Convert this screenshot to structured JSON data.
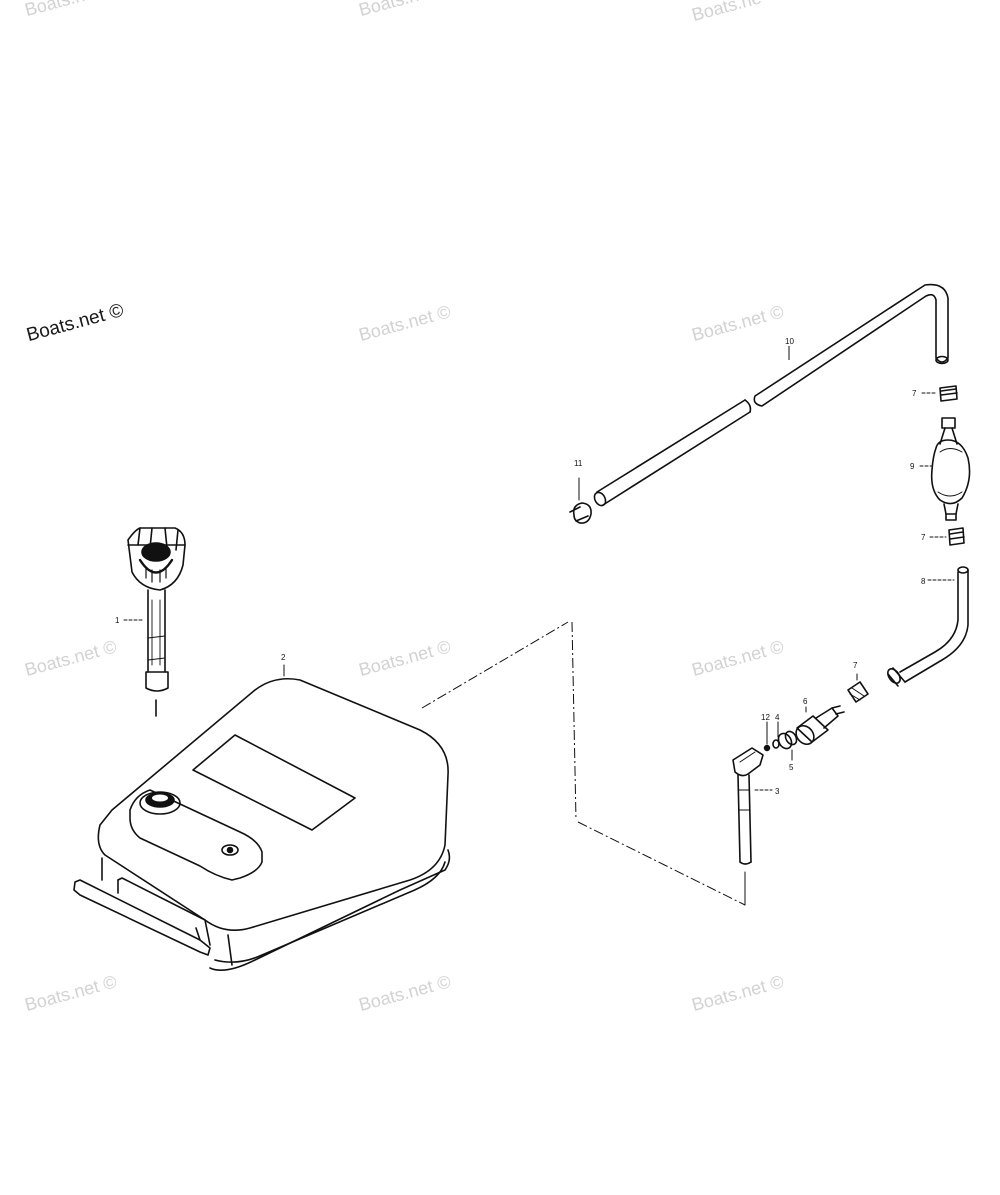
{
  "watermarks": {
    "primary": "Boats.net ©",
    "faded": "Boats.net ©",
    "top_cut": "Boats.ne"
  },
  "parts": [
    {
      "id": "1",
      "name": "fuel-gauge-pickup"
    },
    {
      "id": "2",
      "name": "fuel-tank"
    },
    {
      "id": "3",
      "name": "pickup-elbow-tube"
    },
    {
      "id": "4",
      "name": "washer"
    },
    {
      "id": "5",
      "name": "o-ring"
    },
    {
      "id": "6",
      "name": "fuel-connector"
    },
    {
      "id": "7",
      "name": "hose-clamp"
    },
    {
      "id": "8",
      "name": "fuel-hose-short"
    },
    {
      "id": "9",
      "name": "primer-bulb"
    },
    {
      "id": "10",
      "name": "fuel-hose-long"
    },
    {
      "id": "11",
      "name": "hose-clip"
    },
    {
      "id": "12",
      "name": "check-ball"
    }
  ],
  "labels": {
    "p1": "1",
    "p2": "2",
    "p3": "3",
    "p4": "4",
    "p5": "5",
    "p6": "6",
    "p7a": "7",
    "p7b": "7",
    "p7c": "7",
    "p8": "8",
    "p9": "9",
    "p10": "10",
    "p11": "11",
    "p12": "12"
  },
  "colors": {
    "line": "#111111",
    "watermark": "#d2d2d2",
    "paper": "#ffffff"
  }
}
